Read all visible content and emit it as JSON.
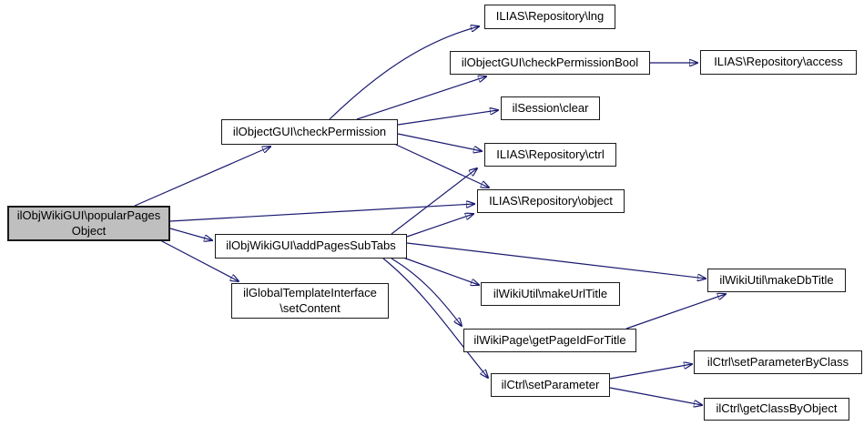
{
  "diagram": {
    "type": "call-graph",
    "colors": {
      "background": "#ffffff",
      "edge": "#191970",
      "node_border": "#1a1a1a",
      "node_fill": "#ffffff",
      "root_node_fill": "#bfbfbf",
      "text": "#000000"
    },
    "nodes": {
      "popular_pages_object": {
        "label": "ilObjWikiGUI\\popularPages\nObject"
      },
      "check_permission": {
        "label": "ilObjectGUI\\checkPermission"
      },
      "lng": {
        "label": "ILIAS\\Repository\\lng"
      },
      "check_permission_bool": {
        "label": "ilObjectGUI\\checkPermissionBool"
      },
      "access": {
        "label": "ILIAS\\Repository\\access"
      },
      "clear": {
        "label": "ilSession\\clear"
      },
      "ctrl": {
        "label": "ILIAS\\Repository\\ctrl"
      },
      "object": {
        "label": "ILIAS\\Repository\\object"
      },
      "add_pages_sub_tabs": {
        "label": "ilObjWikiGUI\\addPagesSubTabs"
      },
      "set_content": {
        "label": "ilGlobalTemplateInterface\n\\setContent"
      },
      "make_url_title": {
        "label": "ilWikiUtil\\makeUrlTitle"
      },
      "get_page_id_for_title": {
        "label": "ilWikiPage\\getPageIdForTitle"
      },
      "make_db_title": {
        "label": "ilWikiUtil\\makeDbTitle"
      },
      "set_parameter": {
        "label": "ilCtrl\\setParameter"
      },
      "set_parameter_by_class": {
        "label": "ilCtrl\\setParameterByClass"
      },
      "get_class_by_object": {
        "label": "ilCtrl\\getClassByObject"
      }
    },
    "edges": [
      "popularPagesObject -> checkPermission",
      "checkPermission -> lng",
      "checkPermission -> checkPermissionBool",
      "checkPermission -> clear",
      "checkPermission -> ctrl",
      "checkPermission -> object",
      "checkPermissionBool -> access",
      "popularPagesObject -> object",
      "popularPagesObject -> addPagesSubTabs",
      "popularPagesObject -> setContent",
      "addPagesSubTabs -> ctrl",
      "addPagesSubTabs -> object",
      "addPagesSubTabs -> makeDbTitle",
      "addPagesSubTabs -> makeUrlTitle",
      "addPagesSubTabs -> getPageIdForTitle",
      "addPagesSubTabs -> setParameter",
      "getPageIdForTitle -> makeDbTitle",
      "setParameter -> setParameterByClass",
      "setParameter -> getClassByObject"
    ]
  }
}
